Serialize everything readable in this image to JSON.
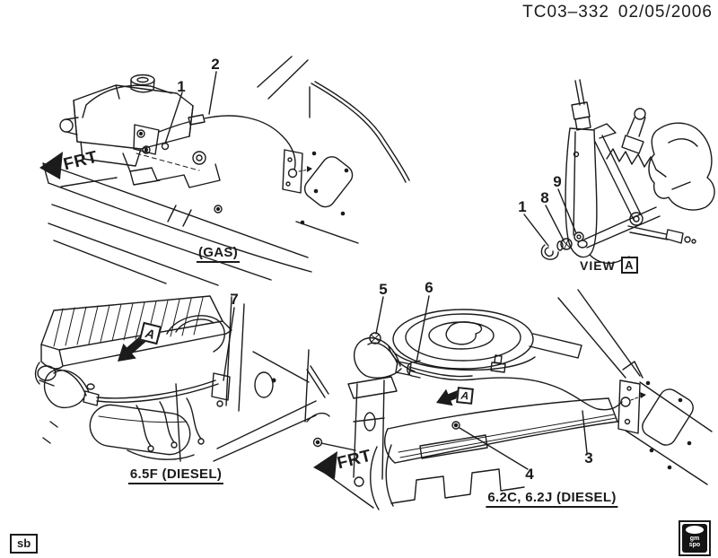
{
  "colors": {
    "ink": "#1b1b1b",
    "paper": "#ffffff"
  },
  "header": {
    "doc_number": "TC03–332",
    "doc_date": "02/05/2006"
  },
  "labels": {
    "frt": "FRT"
  },
  "views": {
    "gas": {
      "caption": "(GAS)",
      "callouts": [
        "1",
        "2"
      ]
    },
    "pedal": {
      "caption_prefix": "VIEW",
      "caption_ref": "A",
      "callouts": [
        "1",
        "8",
        "9"
      ]
    },
    "diesel_65": {
      "caption": "6.5F (DIESEL)",
      "detail_ref": "A",
      "callouts": [
        "7"
      ]
    },
    "diesel_62": {
      "caption": "6.2C, 6.2J (DIESEL)",
      "detail_ref": "A",
      "callouts": [
        "3",
        "4",
        "5",
        "6"
      ]
    }
  },
  "footer": {
    "initials": "sb",
    "logo_top": "gm",
    "logo_bottom": "spo"
  }
}
